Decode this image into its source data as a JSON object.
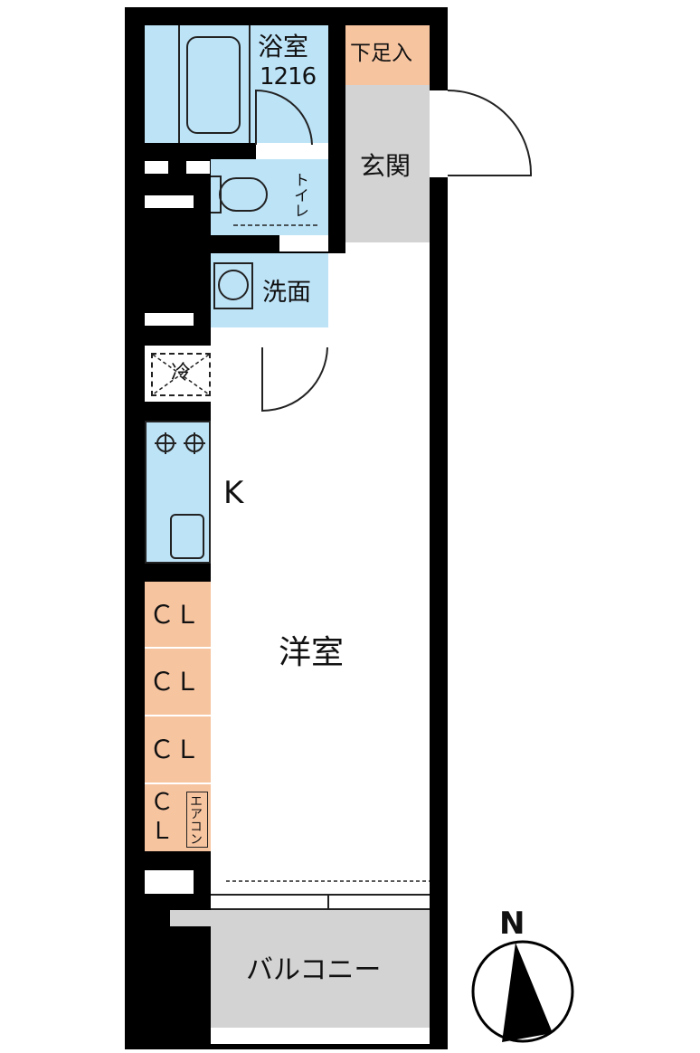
{
  "colors": {
    "wall": "#000000",
    "wet_area": "#bde3f7",
    "storage": "#f7c4a0",
    "entry_balcony": "#d3d3d3",
    "room": "#ffffff"
  },
  "rooms": {
    "bath": "浴室",
    "bath_size": "1216",
    "shoe_storage": "下足入",
    "entrance": "玄関",
    "toilet": "トイレ",
    "washroom": "洗面",
    "fridge": "冷",
    "kitchen": "K",
    "western_room": "洋室",
    "closet_1": "ＣＬ",
    "closet_2": "ＣＬ",
    "closet_3": "ＣＬ",
    "closet_4_top": "Ｃ",
    "closet_4_bottom": "Ｌ",
    "aircon": "エアコン",
    "balcony": "バルコニー"
  },
  "compass": {
    "north": "N"
  },
  "icons": {
    "stove": "burner-icon",
    "sink": "sink-icon",
    "toilet": "toilet-icon",
    "bathtub": "bathtub-icon",
    "basin": "wash-basin-icon",
    "compass": "north-arrow-icon"
  }
}
